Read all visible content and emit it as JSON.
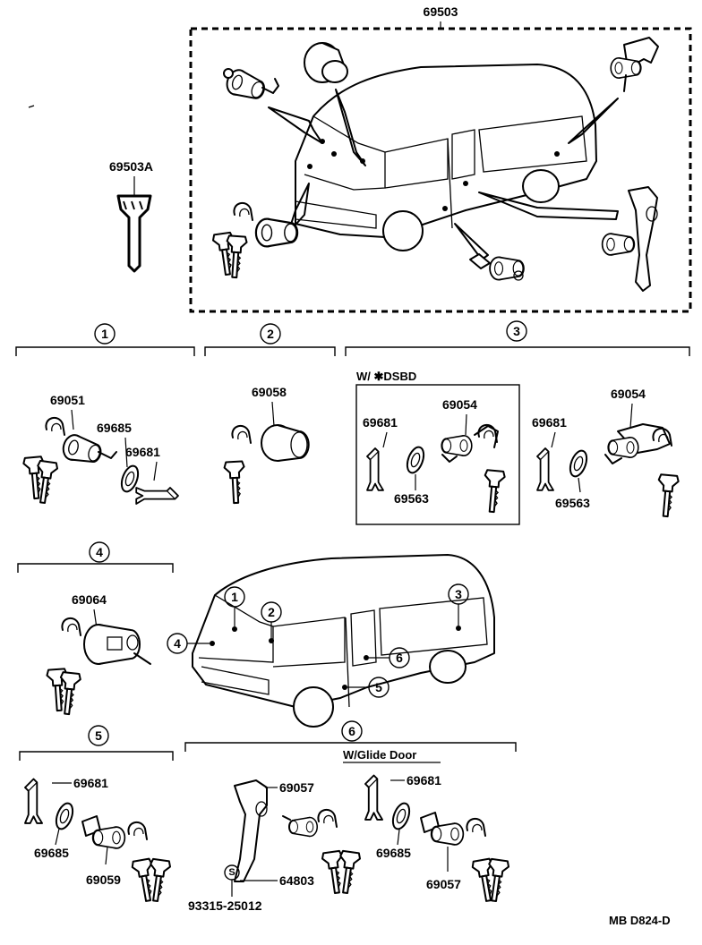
{
  "assembly_code": "69503",
  "key_blank_code": "69503A",
  "groups": {
    "g1": {
      "num": "1",
      "parts": [
        "69051",
        "69685",
        "69681"
      ]
    },
    "g2": {
      "num": "2",
      "parts": [
        "69058"
      ]
    },
    "g3": {
      "num": "3",
      "variant_note": "W/ ✱DSBD",
      "parts_a": [
        "69681",
        "69054",
        "69563"
      ],
      "parts_b": [
        "69681",
        "69054",
        "69563"
      ]
    },
    "g4": {
      "num": "4",
      "parts": [
        "69064"
      ]
    },
    "g5": {
      "num": "5",
      "parts": [
        "69681",
        "69685",
        "69059"
      ]
    },
    "g6": {
      "num": "6",
      "variant_note": "W/Glide Door",
      "parts_a": [
        "69057",
        "64803",
        "93315-25012"
      ],
      "screw_symbol": "S",
      "parts_b": [
        "69681",
        "69685",
        "69057"
      ]
    }
  },
  "van_callouts": [
    "1",
    "2",
    "3",
    "4",
    "5",
    "6"
  ],
  "figure_code": "MB D824-D"
}
